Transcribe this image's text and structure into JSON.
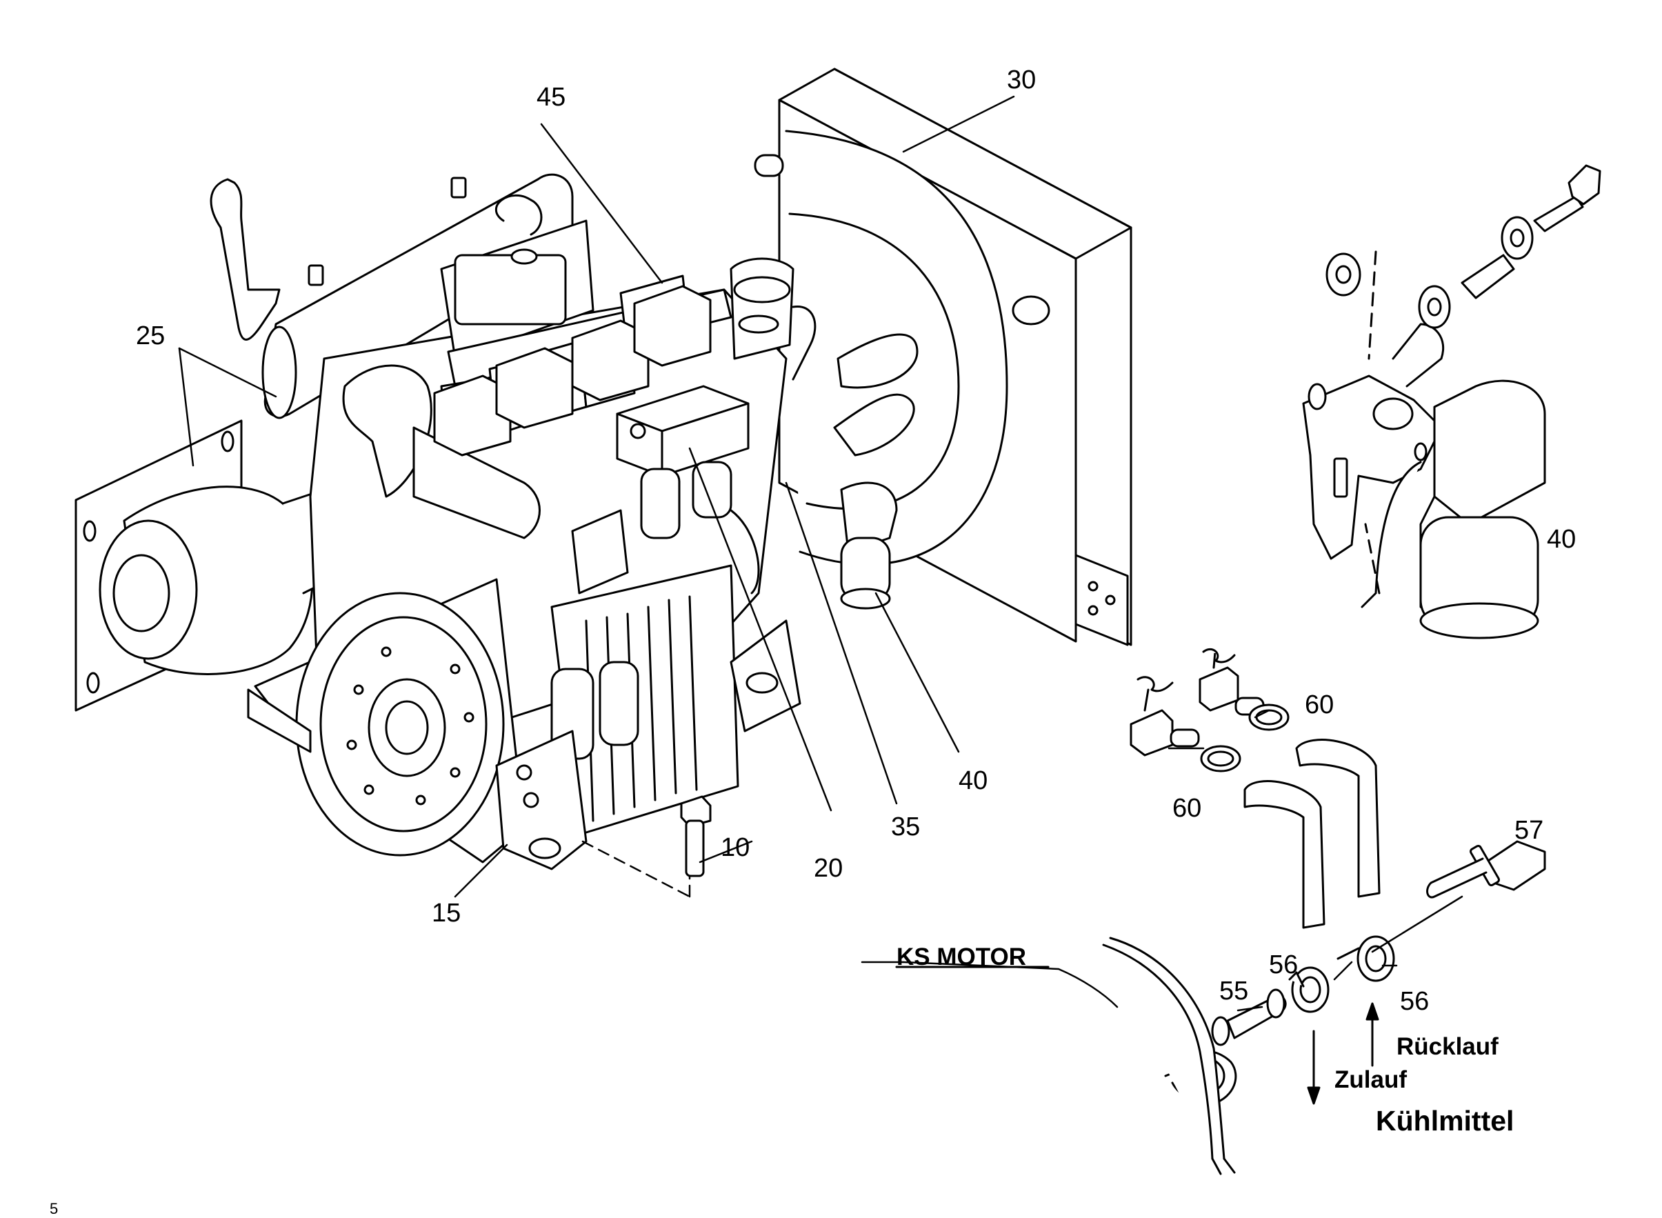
{
  "callouts": {
    "p10": "10",
    "p15": "15",
    "p20": "20",
    "p25": "25",
    "p30": "30",
    "p35": "35",
    "p40_main": "40",
    "p40_detail": "40",
    "p45": "45",
    "p55": "55",
    "p56_left": "56",
    "p56_right": "56",
    "p57": "57",
    "p60_upper": "60",
    "p60_lower": "60"
  },
  "legend": {
    "ks_motor": "KS MOTOR",
    "ruecklauf": "Rücklauf",
    "zulauf": "Zulauf",
    "kuehlmittel": "Kühlmittel"
  },
  "corner_mark": "5"
}
